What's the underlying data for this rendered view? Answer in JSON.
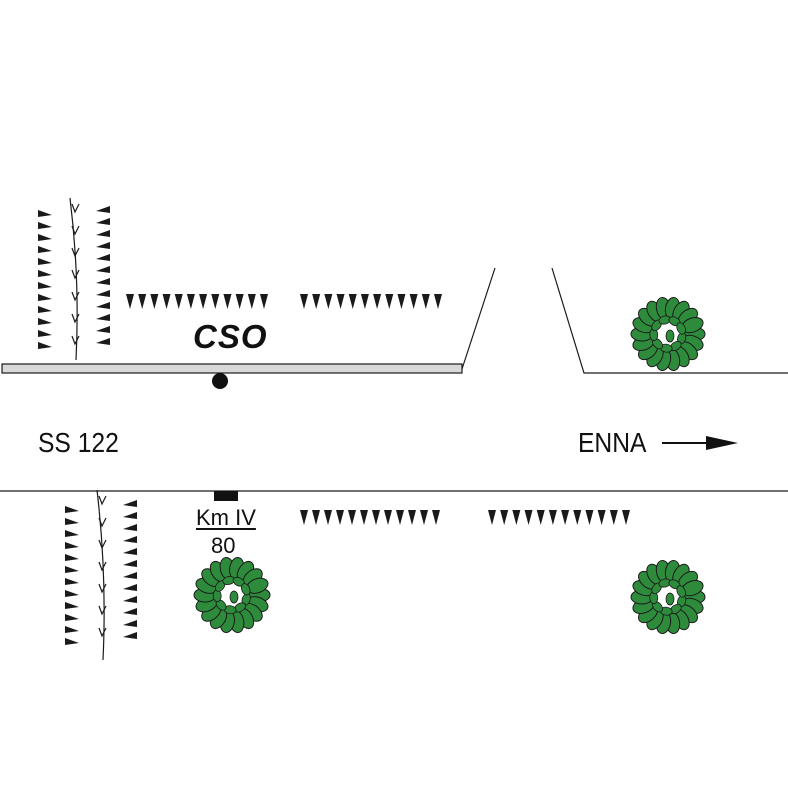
{
  "labels": {
    "site": "CSO",
    "road": "SS 122",
    "destination": "ENNA",
    "km_marker": "Km IV",
    "km_value": "80"
  },
  "colors": {
    "line": "#1a1a1a",
    "road_bar_fill": "#d9d9d9",
    "tree_fill": "#2e8b3c",
    "tree_stroke": "#1a1a1a"
  },
  "icons": [
    "arrow-right-icon",
    "tree-icon",
    "hedge-icon",
    "vineyard-icon",
    "km-post-icon",
    "station-dot-icon"
  ]
}
